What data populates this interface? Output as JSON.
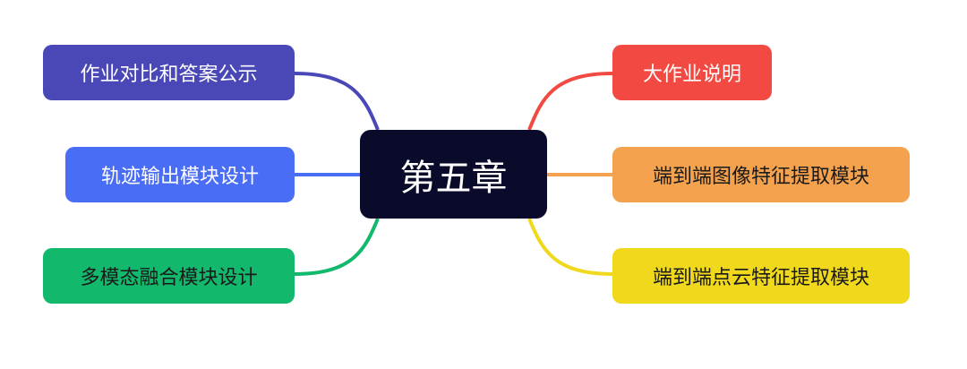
{
  "center": {
    "label": "第五章",
    "color": "#0a0a2a"
  },
  "left_branches": [
    {
      "label": "作业对比和答案公示",
      "color": "#4a48b6"
    },
    {
      "label": "轨迹输出模块设计",
      "color": "#4a6df5"
    },
    {
      "label": "多模态融合模块设计",
      "color": "#12b86c"
    }
  ],
  "right_branches": [
    {
      "label": "大作业说明",
      "color": "#f24a42"
    },
    {
      "label": "端到端图像特征提取模块",
      "color": "#f4a24e"
    },
    {
      "label": "端到端点云特征提取模块",
      "color": "#f0d91c"
    }
  ]
}
